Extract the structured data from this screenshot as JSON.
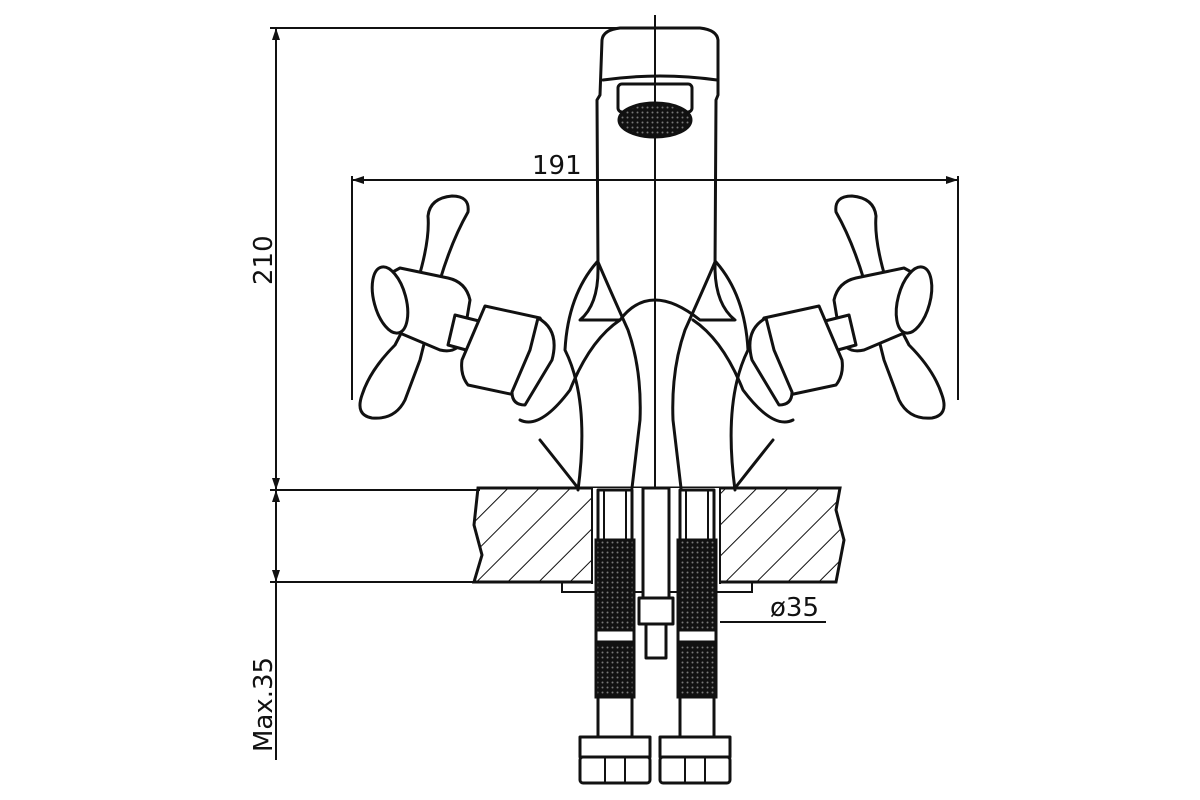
{
  "dimensions": {
    "total_height": "210",
    "handle_span": "191",
    "mount_hole_diameter": "ø35",
    "max_counter_thickness": "Max.35"
  },
  "colors": {
    "line": "#111111",
    "background": "#ffffff"
  }
}
